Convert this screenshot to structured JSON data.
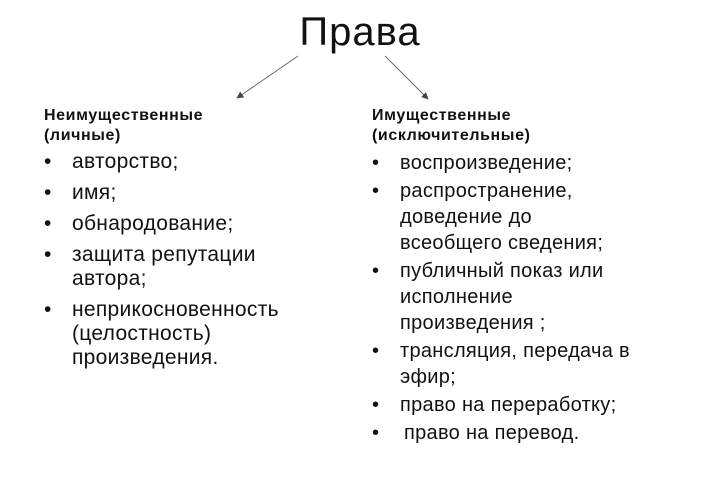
{
  "title": "Права",
  "left": {
    "heading": [
      "Неимущественные",
      "(личные)"
    ],
    "items": [
      "авторство;",
      "имя;",
      "обнародование;",
      "защита репутации\nавтора;",
      "неприкосновенность\n(целостность)\nпроизведения."
    ]
  },
  "right": {
    "heading": [
      "Имущественные",
      "(исключительные)"
    ],
    "items": [
      "воспроизведение;",
      "распространение,\nдоведение до\nвсеобщего сведения;",
      "публичный показ или\nисполнение\nпроизведения ;",
      "трансляция, передача в\nэфир;",
      "право на переработку;",
      "право на перевод."
    ]
  }
}
